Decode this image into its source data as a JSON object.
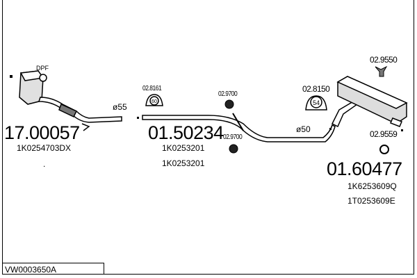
{
  "parts": [
    {
      "number": "17.00057",
      "oe": [
        "1K0254703DX"
      ],
      "label": "DPF",
      "note": "."
    },
    {
      "number": "01.50234",
      "oe": [
        "1K0253201",
        "1K0253201"
      ]
    },
    {
      "number": "01.60477",
      "oe": [
        "1K6253609Q",
        "1T0253609E"
      ]
    }
  ],
  "diameters": [
    "ø55",
    "ø50"
  ],
  "accessories": [
    {
      "ref": "02.8161",
      "clamp_size": "60"
    },
    {
      "ref": "02.9700"
    },
    {
      "ref": "02.9700"
    },
    {
      "ref": "02.8150",
      "clamp_size": "54"
    },
    {
      "ref": "02.9550"
    },
    {
      "ref": "02.9559"
    }
  ],
  "vehicle_code": "VW0003650A"
}
